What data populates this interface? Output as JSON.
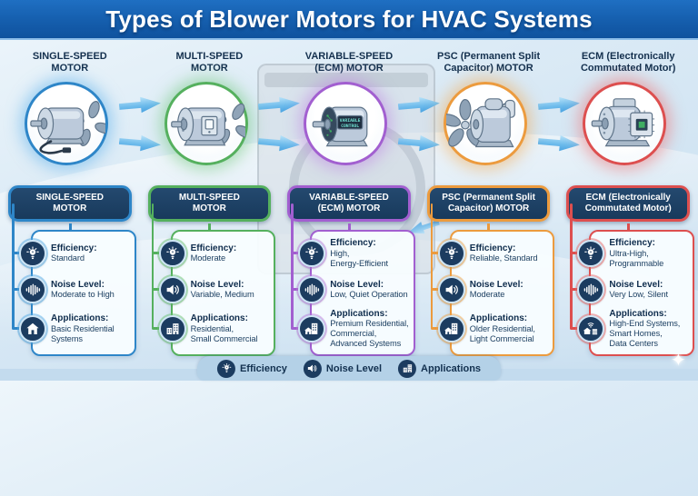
{
  "header": {
    "title": "Types of Blower Motors for HVAC Systems"
  },
  "columns": [
    {
      "id": "single-speed",
      "heading": "SINGLE-SPEED\nMOTOR",
      "badge": "SINGLE-SPEED\nMOTOR",
      "accent": "#2e86c8",
      "glow": "rgba(88,176,236,0.5)",
      "motor_illustration": "single-speed-motor-with-cord-and-fan",
      "features": [
        {
          "icon": "lightbulb-icon",
          "label": "Efficiency:",
          "value": "Standard"
        },
        {
          "icon": "sound-wave-icon",
          "label": "Noise Level:",
          "value": "Moderate to High"
        },
        {
          "icon": "home-icon",
          "label": "Applications:",
          "value": "Basic Residential\nSystems"
        }
      ]
    },
    {
      "id": "multi-speed",
      "heading": "MULTI-SPEED\nMOTOR",
      "badge": "MULTI-SPEED\nMOTOR",
      "accent": "#55b05e",
      "glow": "rgba(110,200,120,0.5)",
      "motor_illustration": "multi-speed-motor-with-switch-and-fan",
      "features": [
        {
          "icon": "lightbulb-icon",
          "label": "Efficiency:",
          "value": "Moderate"
        },
        {
          "icon": "speaker-icon",
          "label": "Noise Level:",
          "value": "Variable, Medium"
        },
        {
          "icon": "buildings-icon",
          "label": "Applications:",
          "value": "Residential,\nSmall Commercial"
        }
      ]
    },
    {
      "id": "variable-speed-ecm",
      "heading": "VARIABLE-SPEED\n(ECM) MOTOR",
      "badge": "VARIABLE-SPEED\n(ECM) MOTOR",
      "accent": "#a25fd0",
      "glow": "rgba(190,130,225,0.5)",
      "motor_illustration": "variable-speed-motor-with-digital-display",
      "display": {
        "line1": "VARIABLE",
        "line2": "CONTROL"
      },
      "features": [
        {
          "icon": "lightbulb-icon",
          "label": "Efficiency:",
          "value": "High,\nEnergy-Efficient"
        },
        {
          "icon": "sound-wave-icon",
          "label": "Noise Level:",
          "value": "Low, Quiet Operation"
        },
        {
          "icon": "home-building-icon",
          "label": "Applications:",
          "value": "Premium Residential,\nCommercial,\nAdvanced Systems"
        }
      ]
    },
    {
      "id": "psc",
      "heading": "PSC (Permanent Split\nCapacitor) MOTOR",
      "badge": "PSC (Permanent Split\nCapacitor) MOTOR",
      "accent": "#ec9b3e",
      "glow": "rgba(244,170,80,0.5)",
      "motor_illustration": "psc-motor-with-fan-and-capacitor",
      "features": [
        {
          "icon": "lightbulb-icon",
          "label": "Efficiency:",
          "value": "Reliable, Standard"
        },
        {
          "icon": "speaker-icon",
          "label": "Noise Level:",
          "value": "Moderate"
        },
        {
          "icon": "home-building-icon",
          "label": "Applications:",
          "value": "Older Residential,\nLight Commercial"
        }
      ]
    },
    {
      "id": "ecm",
      "heading": "ECM (Electronically\nCommutated Motor)",
      "badge": "ECM (Electronically\nCommutated Motor)",
      "accent": "#dd4f4f",
      "glow": "rgba(240,110,110,0.5)",
      "motor_illustration": "ecm-motor-with-control-chip",
      "features": [
        {
          "icon": "lightbulb-icon",
          "label": "Efficiency:",
          "value": "Ultra-High,\nProgrammable"
        },
        {
          "icon": "sound-wave-icon",
          "label": "Noise Level:",
          "value": "Very Low, Silent"
        },
        {
          "icon": "smart-home-icon",
          "label": "Applications:",
          "value": "High-End Systems,\nSmart Homes,\nData Centers"
        }
      ]
    }
  ],
  "legend": {
    "items": [
      {
        "icon": "lightbulb-icon",
        "label": "Efficiency"
      },
      {
        "icon": "speaker-icon",
        "label": "Noise Level"
      },
      {
        "icon": "buildings-icon",
        "label": "Applications"
      }
    ]
  },
  "colors": {
    "header_background": "#155ead",
    "badge_background": "#1d4064",
    "icon_circle_background": "#1c3c60",
    "flow_arrow": "#55abe4"
  }
}
